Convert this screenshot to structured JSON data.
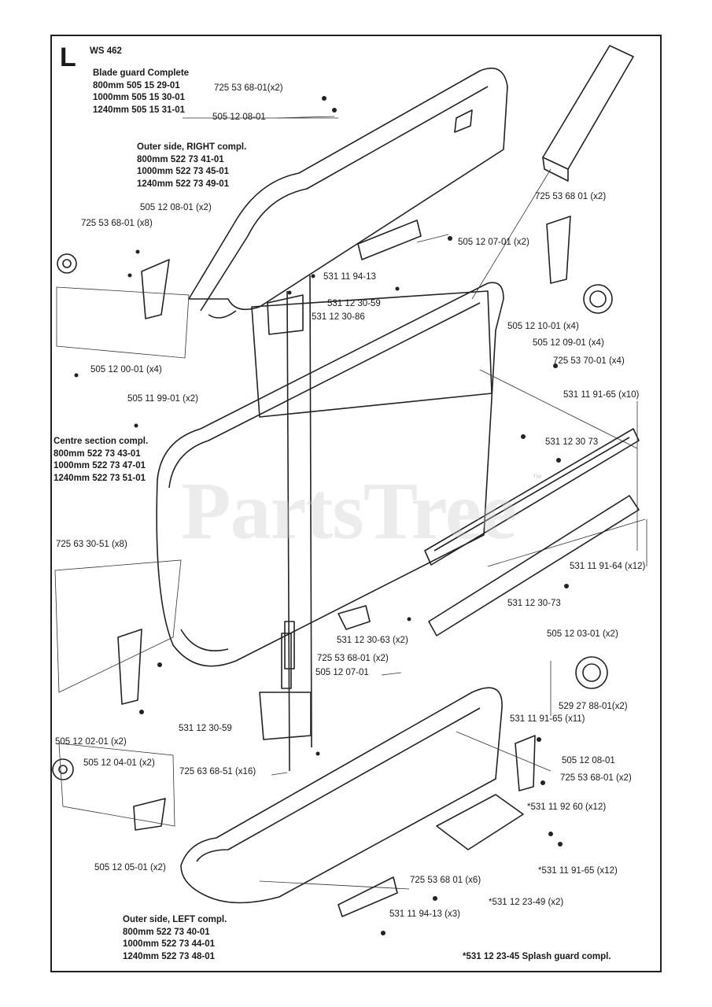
{
  "diagram": {
    "section_letter": "L",
    "model": "WS 462",
    "watermark": "PartsTree",
    "watermark_tm": "™",
    "groups": {
      "blade_guard": {
        "title": "Blade guard Complete",
        "rows": [
          "800mm  505 15 29-01",
          "1000mm  505 15 30-01",
          "1240mm  505 15 31-01"
        ]
      },
      "outer_right": {
        "title": "Outer side, RIGHT compl.",
        "rows": [
          "800mm  522 73 41-01",
          "1000mm  522 73 45-01",
          "1240mm  522 73 49-01"
        ]
      },
      "centre": {
        "title": "Centre section compl.",
        "rows": [
          "800mm    522 73 43-01",
          "1000mm  522 73 47-01",
          "1240mm  522 73 51-01"
        ]
      },
      "outer_left": {
        "title": "Outer side, LEFT compl.",
        "rows": [
          "800mm    522 73 40-01",
          "1000mm  522 73 44-01",
          "1240mm  522 73 48-01"
        ]
      }
    },
    "callouts": {
      "c01": "725 53 68-01(x2)",
      "c02": "505 12 08-01",
      "c03": "505 12 08-01 (x2)",
      "c04": "725 53 68-01 (x8)",
      "c05": "725 53 68 01 (x2)",
      "c06": "505 12 07-01 (x2)",
      "c07": "531 11 94-13",
      "c08": "531 12 30-59",
      "c09": "531 12 30-86",
      "c10": "505 12 10-01 (x4)",
      "c11": "505 12 09-01 (x4)",
      "c12": "725 53 70-01 (x4)",
      "c13": "505 12 00-01 (x4)",
      "c14": "505 11 99-01 (x2)",
      "c15": "531 11 91-65 (x10)",
      "c16": "531 12 30 73",
      "c17": "725 63 30-51 (x8)",
      "c18": "531 11 91-64 (x12)",
      "c19": "531 12 30-73",
      "c20": "531 12 30-63 (x2)",
      "c21": "505 12 03-01 (x2)",
      "c22": "725 53 68-01 (x2)",
      "c23": "505 12 07-01",
      "c24": "529 27 88-01(x2)",
      "c25": "531 11 91-65 (x11)",
      "c26": "531 12 30-59",
      "c27": "505 12 02-01 (x2)",
      "c28": "505 12 04-01 (x2)",
      "c29": "725 63 68-51 (x16)",
      "c30": "505 12 08-01",
      "c31": "725 53 68-01 (x2)",
      "c32": "*531 11 92 60 (x12)",
      "c33": "505 12 05-01 (x2)",
      "c34": "*531 11 91-65 (x12)",
      "c35": "725 53 68 01 (x6)",
      "c36": "*531 12 23-49 (x2)",
      "c37": "531 11 94-13 (x3)",
      "c38": "*531 12 23-45 Splash guard compl."
    }
  }
}
